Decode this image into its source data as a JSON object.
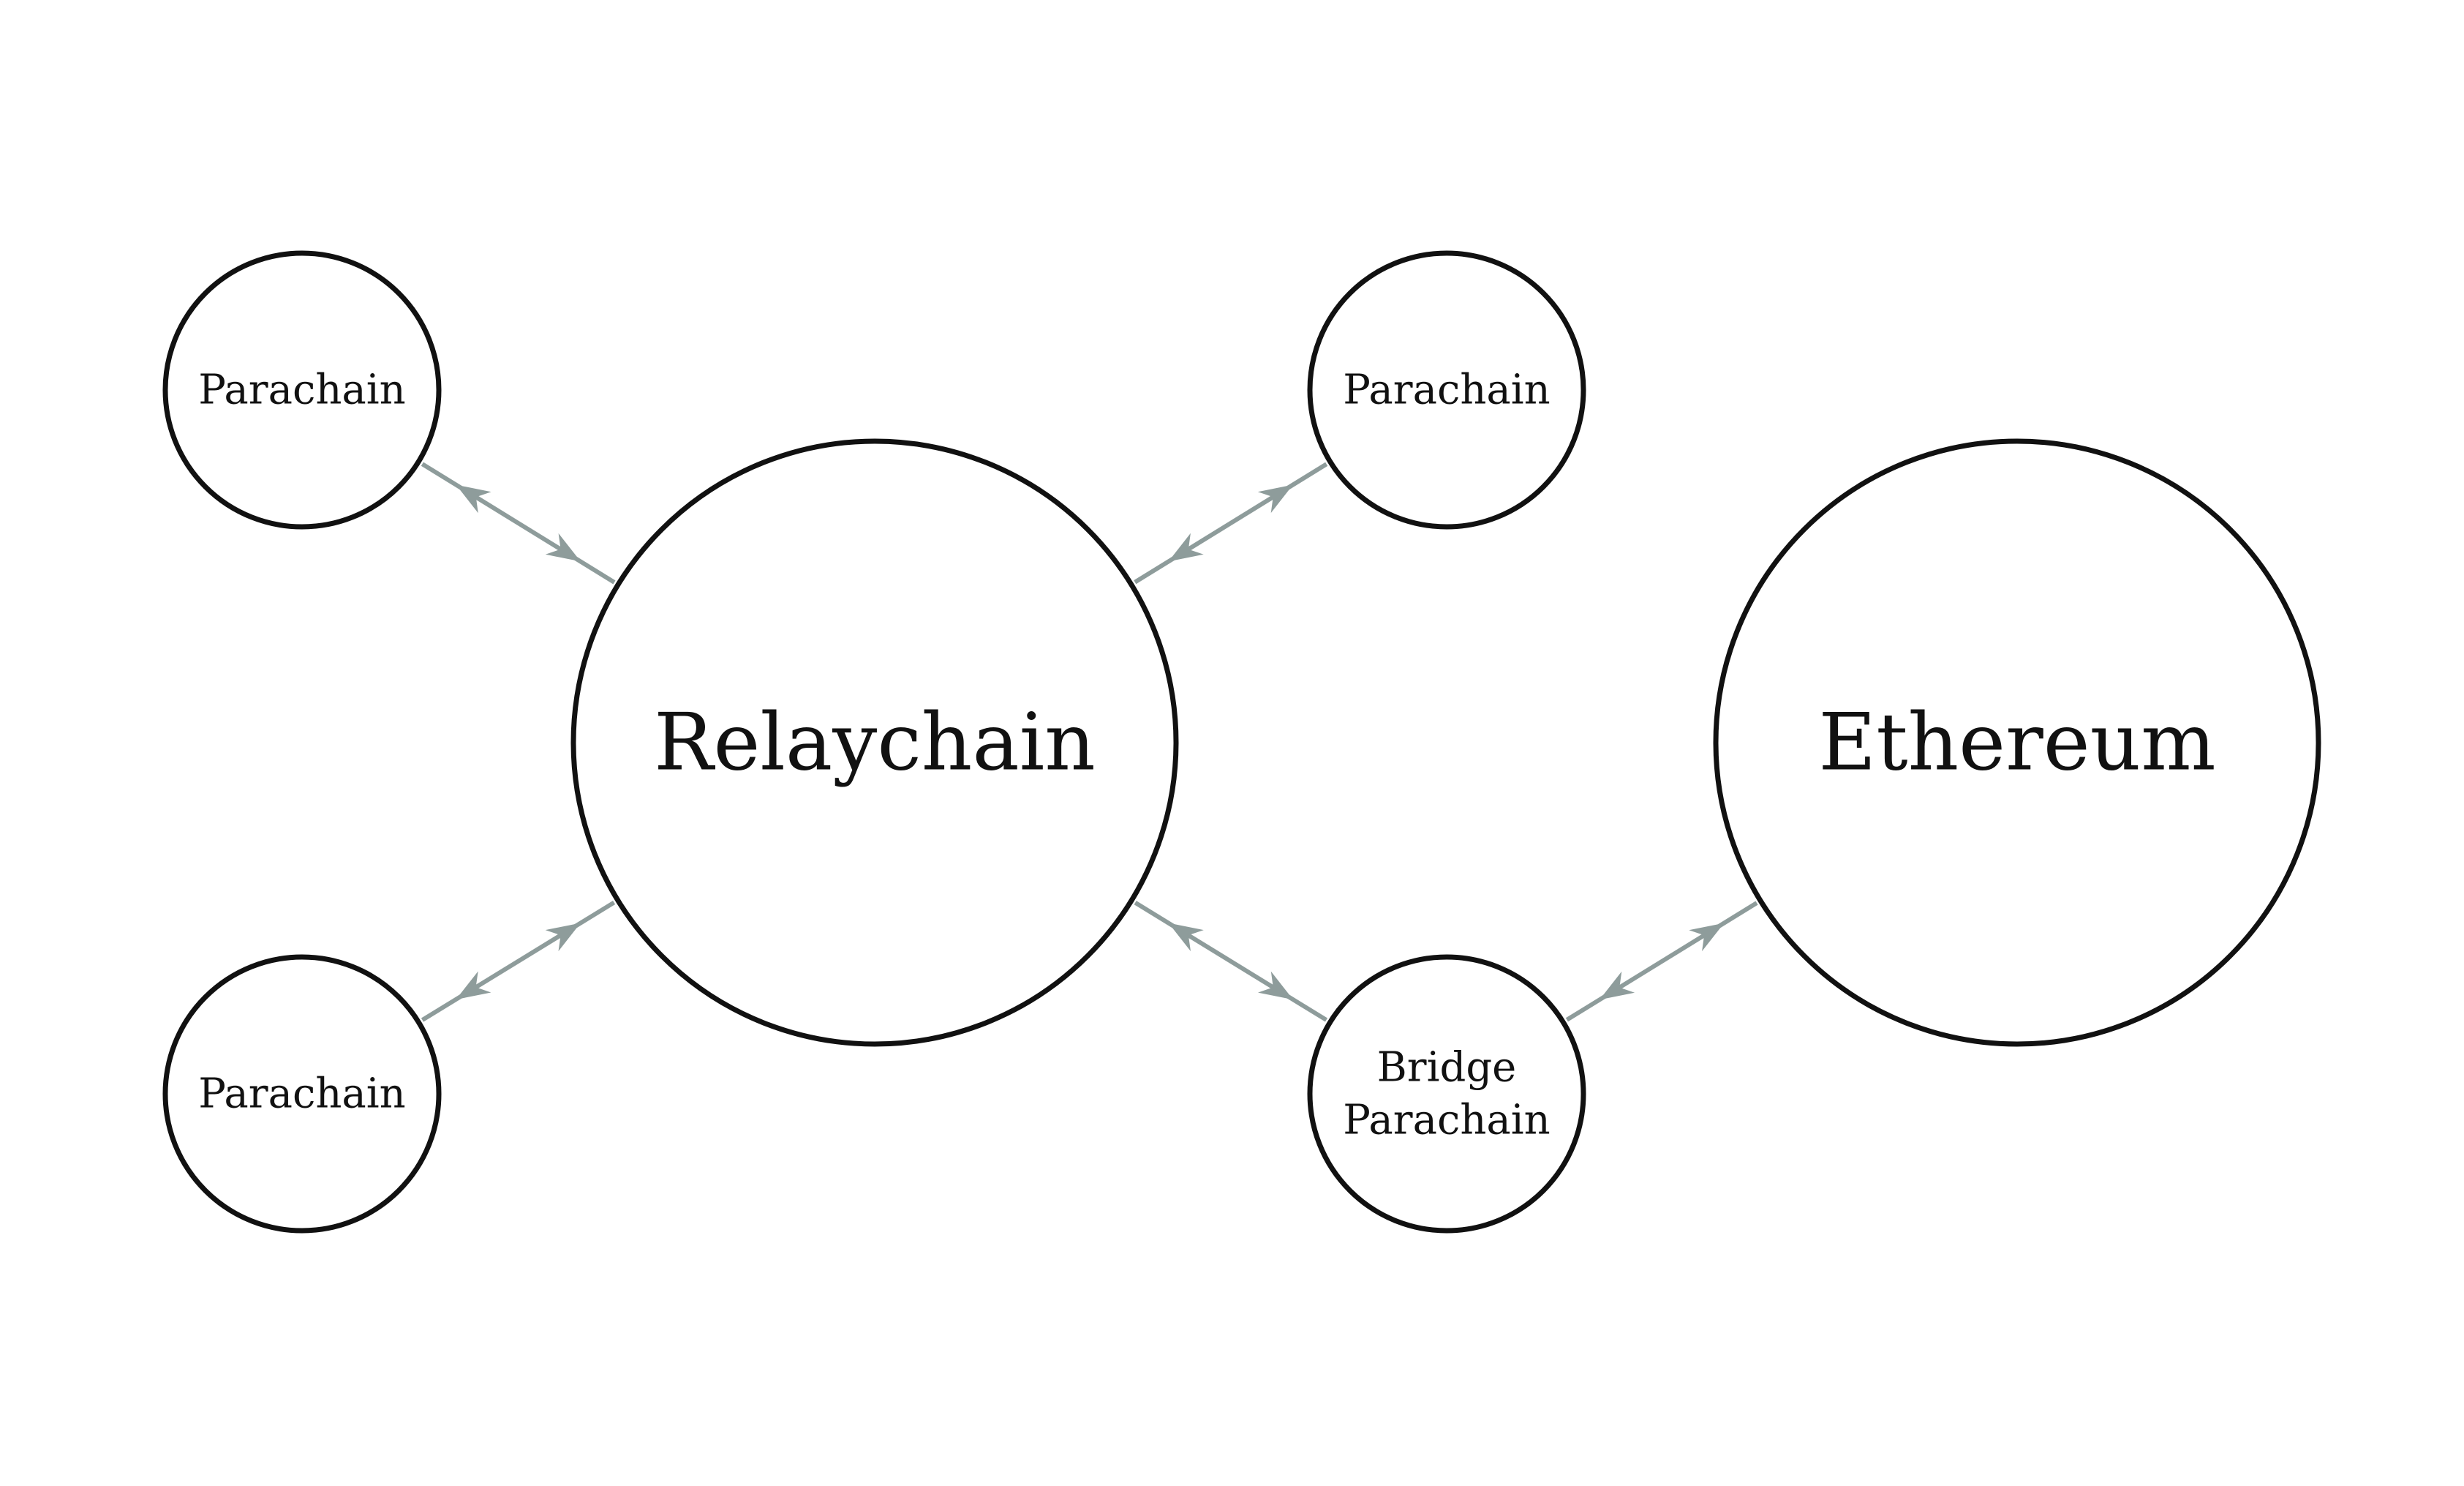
{
  "colors": {
    "node_stroke": "#111111",
    "link": "#8e9c9b",
    "background": "#ffffff"
  },
  "nodes": [
    {
      "id": "parachain-top-left",
      "lines": [
        "Parachain"
      ],
      "size": "small"
    },
    {
      "id": "parachain-top-right",
      "lines": [
        "Parachain"
      ],
      "size": "small"
    },
    {
      "id": "parachain-bottom-left",
      "lines": [
        "Parachain"
      ],
      "size": "small"
    },
    {
      "id": "bridge-parachain",
      "lines": [
        "Bridge",
        "Parachain"
      ],
      "size": "small"
    },
    {
      "id": "relaychain",
      "lines": [
        "Relaychain"
      ],
      "size": "large"
    },
    {
      "id": "ethereum",
      "lines": [
        "Ethereum"
      ],
      "size": "large"
    }
  ],
  "edges": [
    {
      "from": "parachain-top-left",
      "to": "relaychain",
      "direction": "bidirectional"
    },
    {
      "from": "relaychain",
      "to": "parachain-top-right",
      "direction": "bidirectional"
    },
    {
      "from": "parachain-bottom-left",
      "to": "relaychain",
      "direction": "bidirectional"
    },
    {
      "from": "relaychain",
      "to": "bridge-parachain",
      "direction": "bidirectional"
    },
    {
      "from": "bridge-parachain",
      "to": "ethereum",
      "direction": "bidirectional"
    }
  ]
}
